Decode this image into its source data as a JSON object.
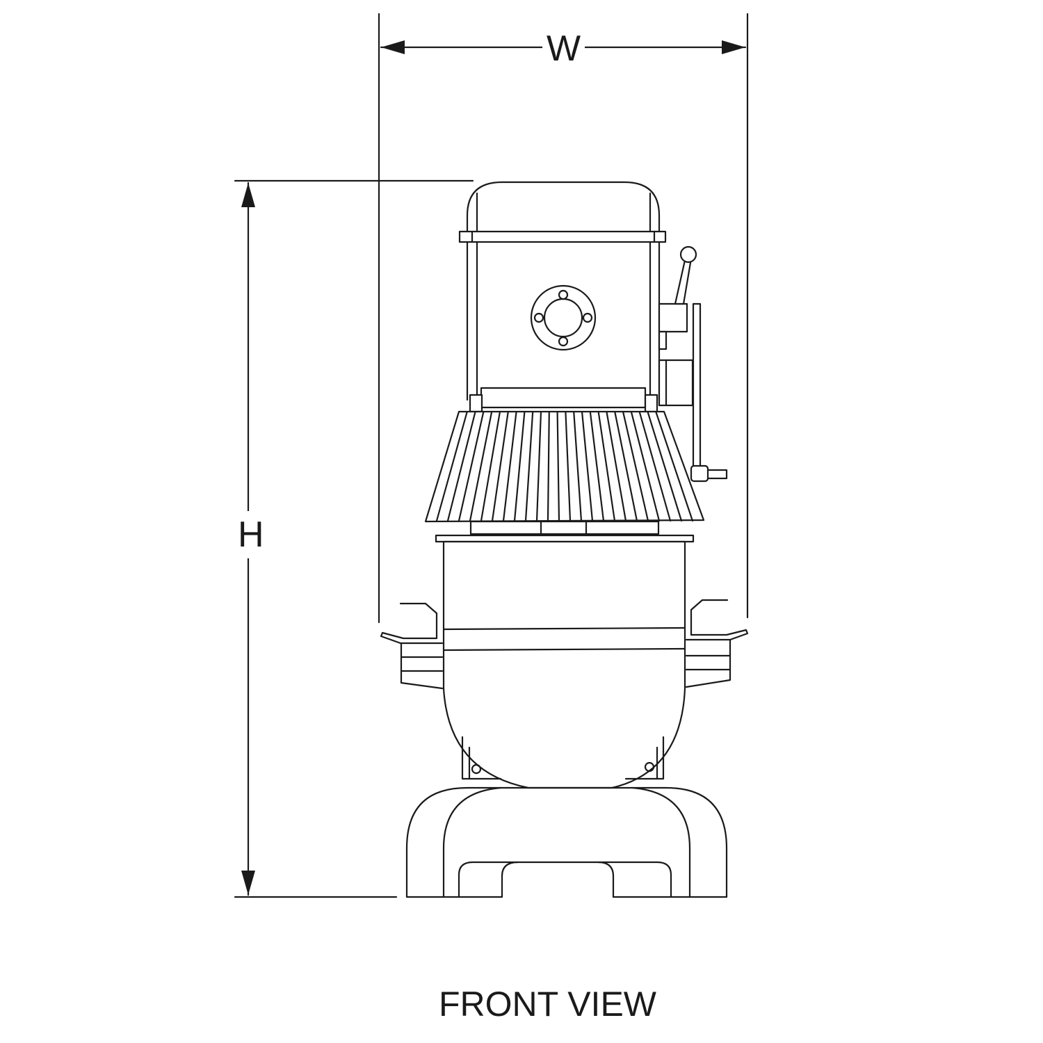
{
  "dimensions": {
    "width_label": "W",
    "height_label": "H"
  },
  "caption": "FRONT VIEW",
  "colors": {
    "line": "#1a1a1a",
    "background": "#ffffff"
  }
}
